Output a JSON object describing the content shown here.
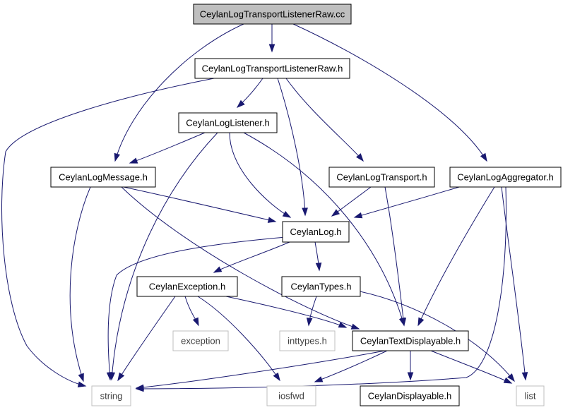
{
  "colors": {
    "edge": "#191970",
    "node_border": "#000000",
    "root_fill": "#bfbfbf",
    "external_border": "#bfbfbf",
    "external_text": "#404040",
    "fill": "#ffffff"
  },
  "nodes": {
    "root": {
      "label": "CeylanLogTransportListenerRaw.cc",
      "kind": "root"
    },
    "raw_h": {
      "label": "CeylanLogTransportListenerRaw.h",
      "kind": "header"
    },
    "listener_h": {
      "label": "CeylanLogListener.h",
      "kind": "header"
    },
    "message_h": {
      "label": "CeylanLogMessage.h",
      "kind": "header"
    },
    "transport_h": {
      "label": "CeylanLogTransport.h",
      "kind": "header"
    },
    "aggregator_h": {
      "label": "CeylanLogAggregator.h",
      "kind": "header"
    },
    "log_h": {
      "label": "CeylanLog.h",
      "kind": "header"
    },
    "exception_h": {
      "label": "CeylanException.h",
      "kind": "header"
    },
    "types_h": {
      "label": "CeylanTypes.h",
      "kind": "header"
    },
    "exception": {
      "label": "exception",
      "kind": "external"
    },
    "inttypes_h": {
      "label": "inttypes.h",
      "kind": "external"
    },
    "textdisplayable_h": {
      "label": "CeylanTextDisplayable.h",
      "kind": "header"
    },
    "string": {
      "label": "string",
      "kind": "external"
    },
    "iosfwd": {
      "label": "iosfwd",
      "kind": "external"
    },
    "displayable_h": {
      "label": "CeylanDisplayable.h",
      "kind": "header"
    },
    "list": {
      "label": "list",
      "kind": "external"
    }
  },
  "edges": [
    [
      "root",
      "raw_h"
    ],
    [
      "root",
      "message_h"
    ],
    [
      "root",
      "aggregator_h"
    ],
    [
      "raw_h",
      "listener_h"
    ],
    [
      "raw_h",
      "string"
    ],
    [
      "raw_h",
      "log_h"
    ],
    [
      "raw_h",
      "transport_h"
    ],
    [
      "listener_h",
      "message_h"
    ],
    [
      "listener_h",
      "log_h"
    ],
    [
      "listener_h",
      "string"
    ],
    [
      "listener_h",
      "textdisplayable_h"
    ],
    [
      "message_h",
      "log_h"
    ],
    [
      "message_h",
      "string"
    ],
    [
      "message_h",
      "textdisplayable_h"
    ],
    [
      "transport_h",
      "log_h"
    ],
    [
      "transport_h",
      "textdisplayable_h"
    ],
    [
      "aggregator_h",
      "log_h"
    ],
    [
      "aggregator_h",
      "textdisplayable_h"
    ],
    [
      "aggregator_h",
      "list"
    ],
    [
      "aggregator_h",
      "string"
    ],
    [
      "log_h",
      "string"
    ],
    [
      "log_h",
      "exception_h"
    ],
    [
      "log_h",
      "types_h"
    ],
    [
      "exception_h",
      "exception"
    ],
    [
      "exception_h",
      "string"
    ],
    [
      "exception_h",
      "iosfwd"
    ],
    [
      "exception_h",
      "textdisplayable_h"
    ],
    [
      "types_h",
      "inttypes_h"
    ],
    [
      "types_h",
      "list"
    ],
    [
      "textdisplayable_h",
      "string"
    ],
    [
      "textdisplayable_h",
      "iosfwd"
    ],
    [
      "textdisplayable_h",
      "displayable_h"
    ],
    [
      "textdisplayable_h",
      "list"
    ]
  ]
}
